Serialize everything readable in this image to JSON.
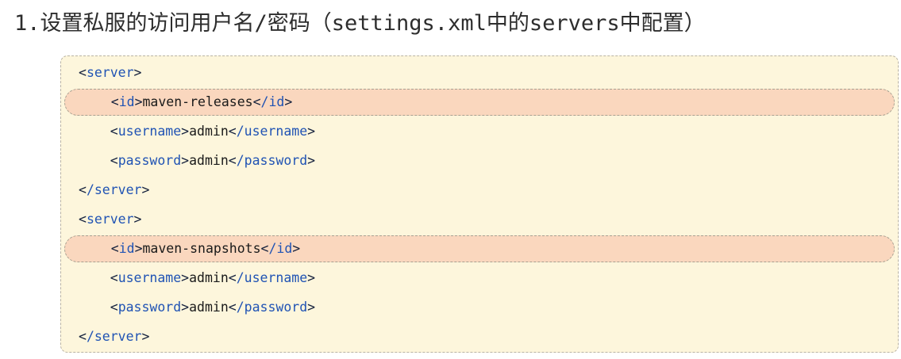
{
  "page": {
    "title": "1.设置私服的访问用户名/密码（settings.xml中的servers中配置）"
  },
  "colors": {
    "title_color": "#2d2d2d",
    "code_bg": "#fdf6dc",
    "code_border": "#b9b3a4",
    "highlight_bg": "#fad7be",
    "highlight_border": "#a8a191",
    "tag_color": "#2053b4",
    "bracket_color": "#14203c",
    "text_color": "#1a1a1a"
  },
  "code_block": {
    "language": "xml",
    "indent_size": 4,
    "lines": [
      {
        "indent": 0,
        "highlighted": false,
        "tokens": [
          [
            "b",
            "<"
          ],
          [
            "t",
            "server"
          ],
          [
            "b",
            ">"
          ]
        ]
      },
      {
        "indent": 1,
        "highlighted": true,
        "tokens": [
          [
            "b",
            "<"
          ],
          [
            "t",
            "id"
          ],
          [
            "b",
            ">"
          ],
          [
            "x",
            "maven-releases"
          ],
          [
            "b",
            "<"
          ],
          [
            "t",
            "/id"
          ],
          [
            "b",
            ">"
          ]
        ]
      },
      {
        "indent": 1,
        "highlighted": false,
        "tokens": [
          [
            "b",
            "<"
          ],
          [
            "t",
            "username"
          ],
          [
            "b",
            ">"
          ],
          [
            "x",
            "admin"
          ],
          [
            "b",
            "<"
          ],
          [
            "t",
            "/username"
          ],
          [
            "b",
            ">"
          ]
        ]
      },
      {
        "indent": 1,
        "highlighted": false,
        "tokens": [
          [
            "b",
            "<"
          ],
          [
            "t",
            "password"
          ],
          [
            "b",
            ">"
          ],
          [
            "x",
            "admin"
          ],
          [
            "b",
            "<"
          ],
          [
            "t",
            "/password"
          ],
          [
            "b",
            ">"
          ]
        ]
      },
      {
        "indent": 0,
        "highlighted": false,
        "tokens": [
          [
            "b",
            "<"
          ],
          [
            "t",
            "/server"
          ],
          [
            "b",
            ">"
          ]
        ]
      },
      {
        "indent": 0,
        "highlighted": false,
        "tokens": [
          [
            "b",
            "<"
          ],
          [
            "t",
            "server"
          ],
          [
            "b",
            ">"
          ]
        ]
      },
      {
        "indent": 1,
        "highlighted": true,
        "tokens": [
          [
            "b",
            "<"
          ],
          [
            "t",
            "id"
          ],
          [
            "b",
            ">"
          ],
          [
            "x",
            "maven-snapshots"
          ],
          [
            "b",
            "<"
          ],
          [
            "t",
            "/id"
          ],
          [
            "b",
            ">"
          ]
        ]
      },
      {
        "indent": 1,
        "highlighted": false,
        "tokens": [
          [
            "b",
            "<"
          ],
          [
            "t",
            "username"
          ],
          [
            "b",
            ">"
          ],
          [
            "x",
            "admin"
          ],
          [
            "b",
            "<"
          ],
          [
            "t",
            "/username"
          ],
          [
            "b",
            ">"
          ]
        ]
      },
      {
        "indent": 1,
        "highlighted": false,
        "tokens": [
          [
            "b",
            "<"
          ],
          [
            "t",
            "password"
          ],
          [
            "b",
            ">"
          ],
          [
            "x",
            "admin"
          ],
          [
            "b",
            "<"
          ],
          [
            "t",
            "/password"
          ],
          [
            "b",
            ">"
          ]
        ]
      },
      {
        "indent": 0,
        "highlighted": false,
        "tokens": [
          [
            "b",
            "<"
          ],
          [
            "t",
            "/server"
          ],
          [
            "b",
            ">"
          ]
        ]
      }
    ]
  }
}
